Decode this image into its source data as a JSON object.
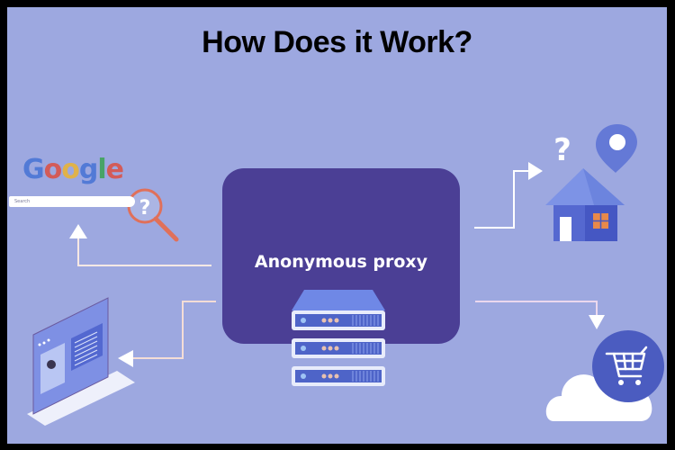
{
  "title": "How Does it Work?",
  "colors": {
    "background": "#9DA8E0",
    "border": "#000000",
    "proxy_box": "#4B3F95",
    "arrow_white": "#FFFFFF",
    "arrow_peach": "#F4DDD6",
    "magnifier": "#E0705A",
    "window_orange": "#E8894A"
  },
  "proxy": {
    "label": "Anonymous proxy",
    "icon": "incognito-hat-glasses-icon",
    "server_icon": "server-rack-icon"
  },
  "nodes": {
    "search": {
      "logo_letters": [
        {
          "char": "G",
          "color": "#4A76D6"
        },
        {
          "char": "o",
          "color": "#D9534A"
        },
        {
          "char": "o",
          "color": "#E8B43A"
        },
        {
          "char": "g",
          "color": "#4A76D6"
        },
        {
          "char": "l",
          "color": "#3FA35A"
        },
        {
          "char": "e",
          "color": "#D9534A"
        }
      ],
      "search_placeholder": "Search",
      "icon": "magnifier-question-icon"
    },
    "home": {
      "icon": "house-icon",
      "extra_icons": [
        "question-mark-icon",
        "location-pin-icon"
      ]
    },
    "shop": {
      "icon": "cloud-shopping-cart-icon"
    },
    "device": {
      "icon": "laptop-dashboard-icon"
    }
  }
}
